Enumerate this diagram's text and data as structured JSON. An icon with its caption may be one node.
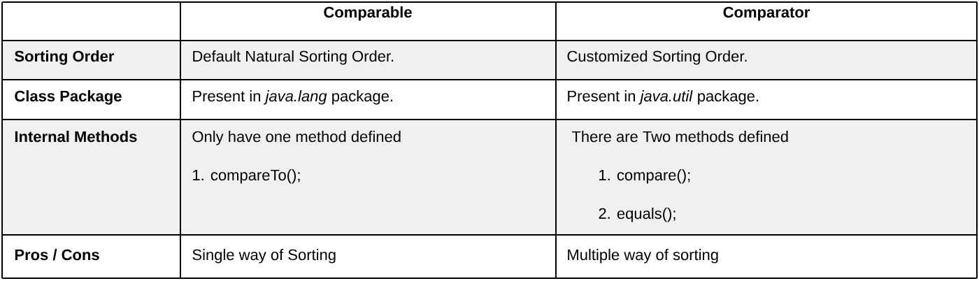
{
  "diagram": {
    "labels": [
      "Comparable",
      "Comparator",
      "Sorting Order",
      "Default Natural Sorting Order.",
      "Customized Sorting Order.",
      "Class Package",
      "Present in *java.lang* package.",
      "Present in *java.util* package.",
      "Internal Methods",
      "Only have one method defined",
      "1. compareTo();",
      "There are Two methods defined",
      "1. compare();",
      "2. equals();",
      "Pros / Cons",
      "Single way of Sorting",
      "Multiple way of sorting"
    ]
  }
}
